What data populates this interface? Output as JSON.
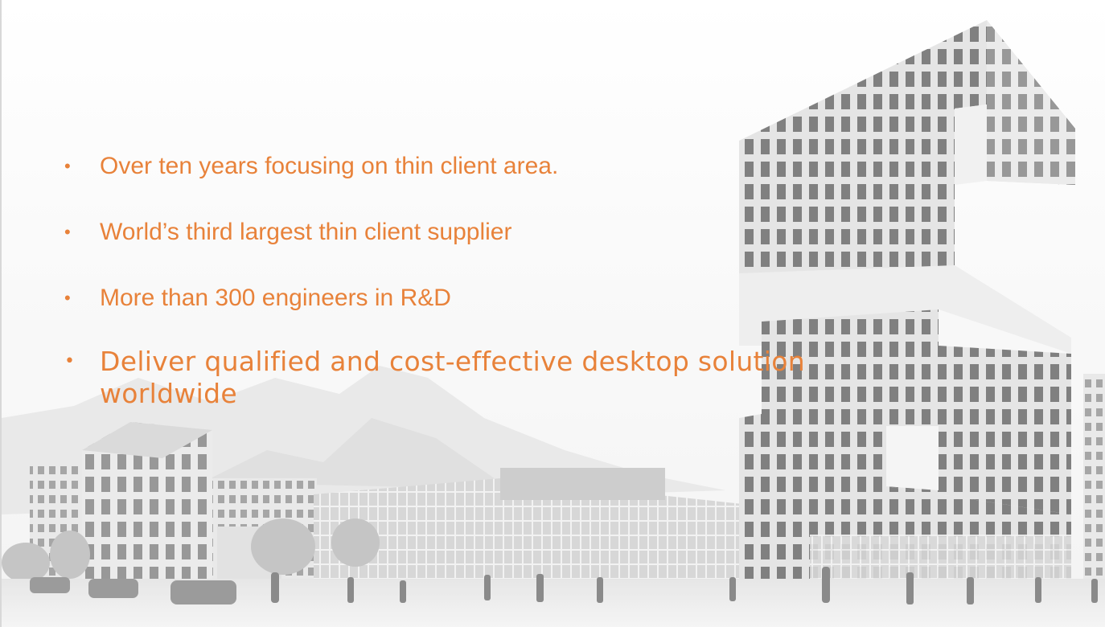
{
  "slide": {
    "bullets": [
      {
        "text": "Over ten years focusing on thin client area."
      },
      {
        "text": "World’s third largest thin client supplier"
      },
      {
        "text": "More than 300 engineers in R&D"
      },
      {
        "text": "Deliver qualified and cost-effective desktop solution worldwide"
      }
    ],
    "text_color": "#e8823a",
    "background_image": "building-campus-photo"
  }
}
